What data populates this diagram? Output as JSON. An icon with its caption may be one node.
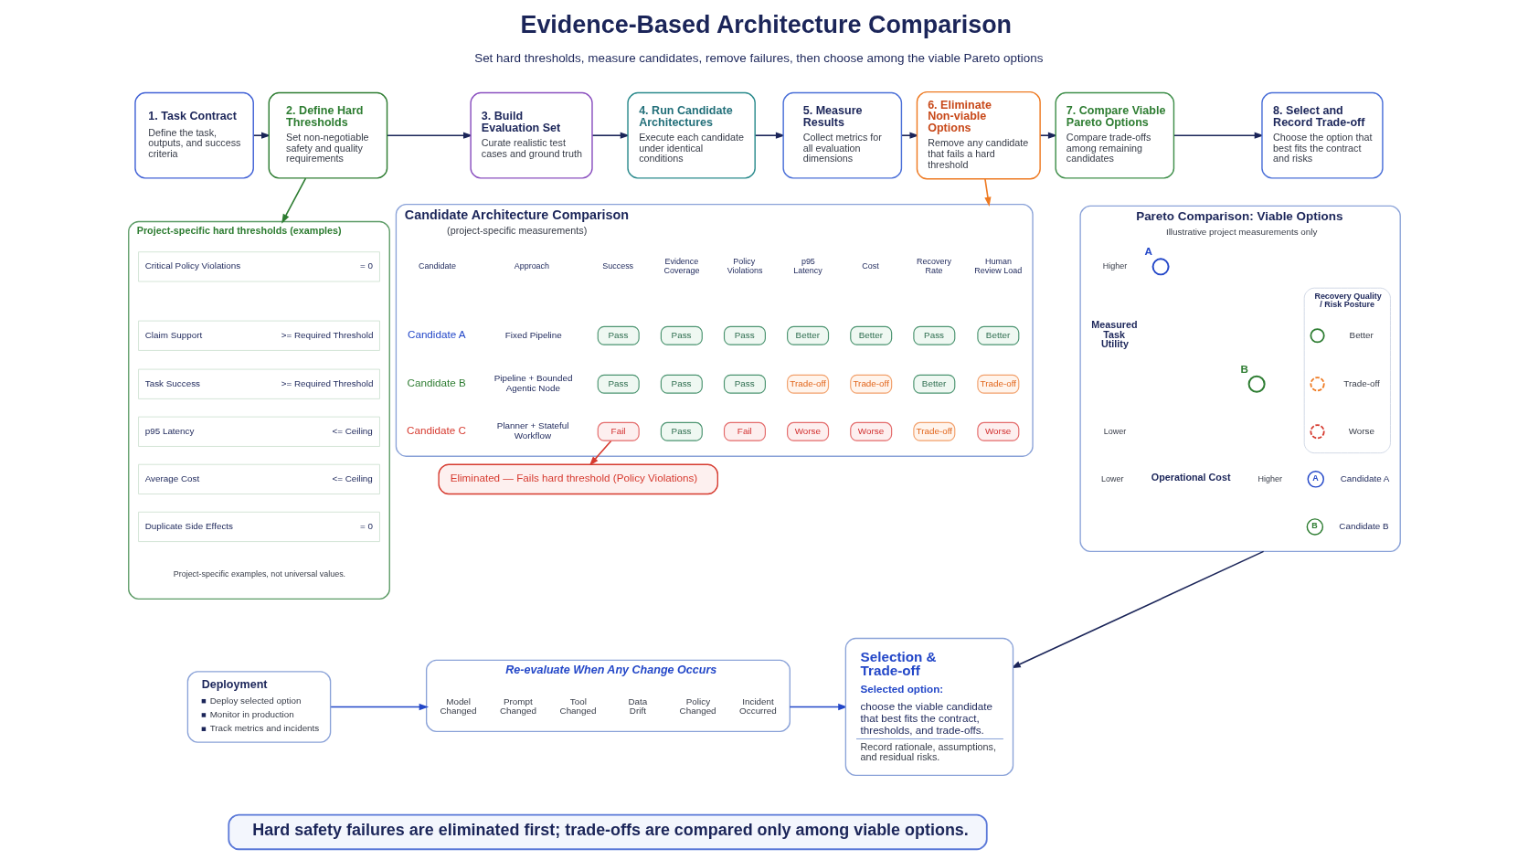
{
  "diagram": {
    "title": "Evidence-Based Architecture Comparison",
    "nodes": [
      {
        "text": [
          "1. Task Contract",
          "Define the task, outputs, and success criteria"
        ]
      },
      {
        "text": [
          "2. Define Hard Thresholds",
          "Set non-negotiable safety and quality requirements"
        ]
      },
      {
        "text": [
          "3. Build Evaluation Set",
          "Curate realistic test cases and ground truth"
        ]
      },
      {
        "text": [
          "4. Run Candidate Architectures",
          "Execute each candidate under identical conditions"
        ]
      },
      {
        "text": [
          "5. Measure Results",
          "Collect metrics for all evaluation dimensions"
        ]
      },
      {
        "text": [
          "6. Eliminate Non-viable Options",
          "Remove any candidate that fails a hard threshold"
        ]
      },
      {
        "text": [
          "7. Compare Viable Pareto Options",
          "Compare trade-offs among remaining candidates"
        ]
      },
      {
        "text": [
          "8. Select and Record Trade-off",
          "Choose the option that best fits the contract and risks"
        ]
      },
      {
        "text": [
          "Project-specific hard thresholds (examples)"
        ]
      },
      {
        "text": [
          "Critical Policy Violations",
          "= 0"
        ],
        "in": 8
      },
      {
        "text": [
          "Claim Support",
          ">= Required Threshold"
        ],
        "in": 8
      },
      {
        "text": [
          "Task Success",
          ">= Required Threshold"
        ],
        "in": 8
      },
      {
        "text": [
          "p95 Latency",
          "<= Ceiling"
        ],
        "in": 8
      },
      {
        "text": [
          "Average Cost",
          "<= Ceiling"
        ],
        "in": 8
      },
      {
        "text": [
          "Duplicate Side Effects",
          "= 0"
        ],
        "in": 8
      },
      {
        "text": [
          "Candidate Architecture Comparison",
          "(project-specific measurements)"
        ]
      },
      {
        "text": [
          "Pass"
        ],
        "in": 15
      },
      {
        "text": [
          "Pass"
        ],
        "in": 15
      },
      {
        "text": [
          "Pass"
        ],
        "in": 15
      },
      {
        "text": [
          "Better"
        ],
        "in": 15
      },
      {
        "text": [
          "Better"
        ],
        "in": 15
      },
      {
        "text": [
          "Pass"
        ],
        "in": 15
      },
      {
        "text": [
          "Better"
        ],
        "in": 15
      },
      {
        "text": [
          "Pass"
        ],
        "in": 15
      },
      {
        "text": [
          "Pass"
        ],
        "in": 15
      },
      {
        "text": [
          "Pass"
        ],
        "in": 15
      },
      {
        "text": [
          "Trade-off"
        ],
        "in": 15
      },
      {
        "text": [
          "Trade-off"
        ],
        "in": 15
      },
      {
        "text": [
          "Better"
        ],
        "in": 15
      },
      {
        "text": [
          "Trade-off"
        ],
        "in": 15
      },
      {
        "text": [
          "Fail"
        ],
        "in": 15
      },
      {
        "text": [
          "Pass"
        ],
        "in": 15
      },
      {
        "text": [
          "Fail"
        ],
        "in": 15
      },
      {
        "text": [
          "Worse"
        ],
        "in": 15
      },
      {
        "text": [
          "Worse"
        ],
        "in": 15
      },
      {
        "text": [
          "Trade-off"
        ],
        "in": 15
      },
      {
        "text": [
          "Worse"
        ],
        "in": 15
      },
      {
        "text": [
          "Eliminated — Fails hard threshold (Policy Violations)"
        ]
      },
      {
        "text": [
          "Pareto Comparison: Viable Options",
          "Illustrative project measurements only"
        ]
      },
      {
        "text": [],
        "shape": "circle",
        "beside": [
          "A"
        ],
        "in": 38
      },
      {
        "text": [],
        "shape": "circle",
        "beside": [
          "B"
        ],
        "in": 38
      },
      {
        "text": [
          "Recovery Quality / Risk Posture"
        ],
        "in": 38
      },
      {
        "text": [
          "A"
        ],
        "in": 38
      },
      {
        "text": [
          "B"
        ],
        "in": 38
      },
      {
        "text": [
          "Selection & Trade-off",
          "Selected option:",
          "choose the viable candidate that best fits the contract, thresholds, and trade-offs.",
          "Record rationale, assumptions, and residual risks."
        ]
      },
      {
        "text": [
          "Deployment",
          "Deploy selected option",
          "Monitor in production",
          "Track metrics and incidents"
        ]
      },
      {
        "text": [
          "Re-evaluate When Any Change Occurs"
        ]
      },
      {
        "text": [
          "Hard safety failures are eliminated first; trade-offs are compared only among viable options."
        ]
      }
    ],
    "edges": [
      {
        "from": 0,
        "to": 1,
        "arrow": "to"
      },
      {
        "from": 1,
        "to": 2,
        "arrow": "to"
      },
      {
        "from": 2,
        "to": 3,
        "arrow": "to"
      },
      {
        "from": 3,
        "to": 4,
        "arrow": "to"
      },
      {
        "from": 4,
        "to": 5,
        "arrow": "to"
      },
      {
        "from": 5,
        "to": 6,
        "arrow": "to"
      },
      {
        "from": 6,
        "to": 7,
        "arrow": "to"
      },
      {
        "from": 1,
        "to": 8,
        "arrow": "to",
        "color": "#2e7d32"
      },
      {
        "from": 5,
        "to": 15,
        "arrow": "to",
        "color": "#ee7a22"
      },
      {
        "from": 30,
        "to": 37,
        "arrow": "to",
        "color": "#d63a2f"
      },
      {
        "from": 38,
        "to": 44,
        "arrow": "to"
      },
      {
        "from": 45,
        "to": 46,
        "arrow": "to",
        "color": "#2347c8"
      },
      {
        "from": 46,
        "to": 44,
        "arrow": "to",
        "color": "#2347c8"
      }
    ],
    "labels": [
      "Set hard thresholds, measure candidates, remove failures, then choose among the viable Pareto options",
      "Project-specific examples, not universal values.",
      "Candidate",
      "Approach",
      "Success",
      "Evidence Coverage",
      "Policy Violations",
      "p95 Latency",
      "Cost",
      "Recovery Rate",
      "Human Review Load",
      "Candidate A",
      "Fixed Pipeline",
      "Candidate B",
      "Pipeline + Bounded Agentic Node",
      "Candidate C",
      "Planner + Stateful Workflow",
      "Higher",
      "Measured Task Utility",
      "Lower",
      "Lower",
      "Operational Cost",
      "Higher",
      "Candidate A",
      "Candidate B",
      "Model Changed",
      "Prompt Changed",
      "Tool Changed",
      "Data Drift",
      "Policy Changed",
      "Incident Occurred"
    ],
    "legend": [
      {
        "text": "Better"
      },
      {
        "text": "Trade-off"
      },
      {
        "text": "Worse"
      }
    ]
  }
}
